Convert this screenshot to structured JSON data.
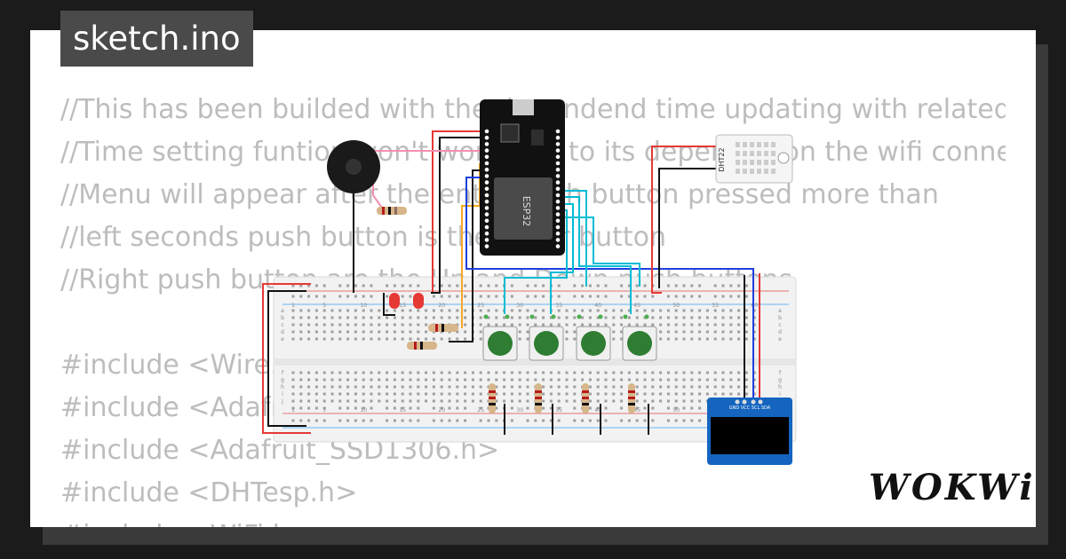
{
  "file_title": "sketch.ino",
  "code_lines": [
    "//This has been builded with the dependend time updating with related",
    "//Time setting funtion won't work due to its dependes on the wifi connection",
    "//Menu will appear after the enter push button pressed more than",
    "//left seconds push button is the enter button",
    "//Right push button are the Up and Down push buttons",
    "",
    "#include <Wire.h>",
    "#include <Adafruit_GFX.h>",
    "#include <Adafruit_SSD1306.h>",
    "#include <DHTesp.h>",
    "#include <WiFi.h>"
  ],
  "components": {
    "mcu_label": "ESP32",
    "sensor_label": "DHT22",
    "oled_pins": "GND VCC SCL SDA"
  },
  "breadboard_numbers": [
    "1",
    "5",
    "10",
    "15",
    "20",
    "25",
    "30",
    "35",
    "40",
    "45",
    "50",
    "55",
    "60"
  ],
  "breadboard_rows_top": [
    "a",
    "b",
    "c",
    "d",
    "e"
  ],
  "breadboard_rows_bottom": [
    "f",
    "g",
    "h",
    "i",
    "j"
  ],
  "logo": "WOKWi"
}
